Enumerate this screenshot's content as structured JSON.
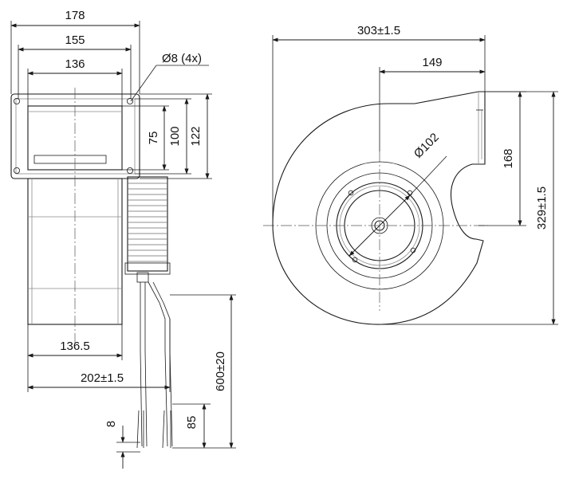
{
  "dimensions": {
    "side_width_outer": "178",
    "side_width_flange": "155",
    "side_width_inner": "136",
    "hole": "Ø8 (4x)",
    "height_75": "75",
    "height_100": "100",
    "height_122": "122",
    "wheel_width": "136.5",
    "overall_depth": "202±1.5",
    "cable_length": "600±20",
    "strip_85": "85",
    "strip_8": "8",
    "front_width": "303±1.5",
    "outlet_offset": "149",
    "outlet_height": "168",
    "front_height": "329±1.5",
    "motor_diameter": "Ø102"
  }
}
